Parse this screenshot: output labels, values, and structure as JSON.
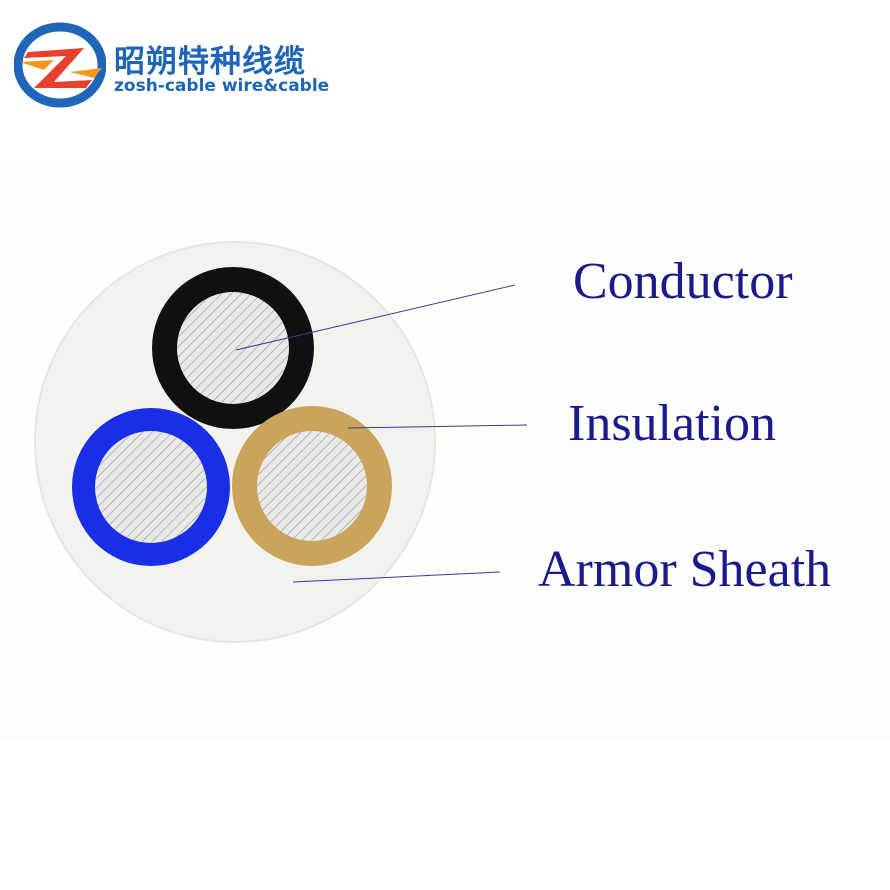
{
  "brand": {
    "name_cn": "昭朔特种线缆",
    "name_en": "zosh-cable wire&cable",
    "logo_icon": "zosh-logo-icon",
    "colors": {
      "blue": "#1f66b9",
      "red": "#e8402c",
      "orange": "#f39a1e"
    }
  },
  "labels": {
    "conductor": "Conductor",
    "insulation": "Insulation",
    "sheath": "Armor Sheath"
  },
  "cores": [
    {
      "color": "#101010"
    },
    {
      "color": "#1a2ee6"
    },
    {
      "color": "#c9a45a"
    }
  ],
  "colors": {
    "sheath": "#f2f2ef",
    "label_text": "#1a1a8c",
    "leader_line": "#3a3aa0"
  }
}
